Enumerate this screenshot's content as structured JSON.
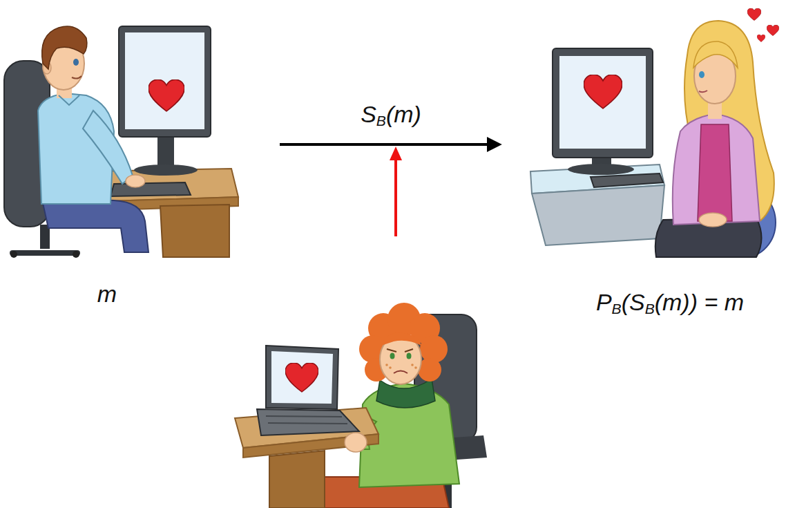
{
  "diagram": {
    "nodes": [
      {
        "text": [
          "m"
        ]
      },
      {
        "text": [
          "PB(SB(m)) = m"
        ]
      }
    ],
    "edges": [
      {
        "from": 0,
        "to": 1,
        "arrow": "to",
        "label": "SB(m)"
      }
    ]
  }
}
